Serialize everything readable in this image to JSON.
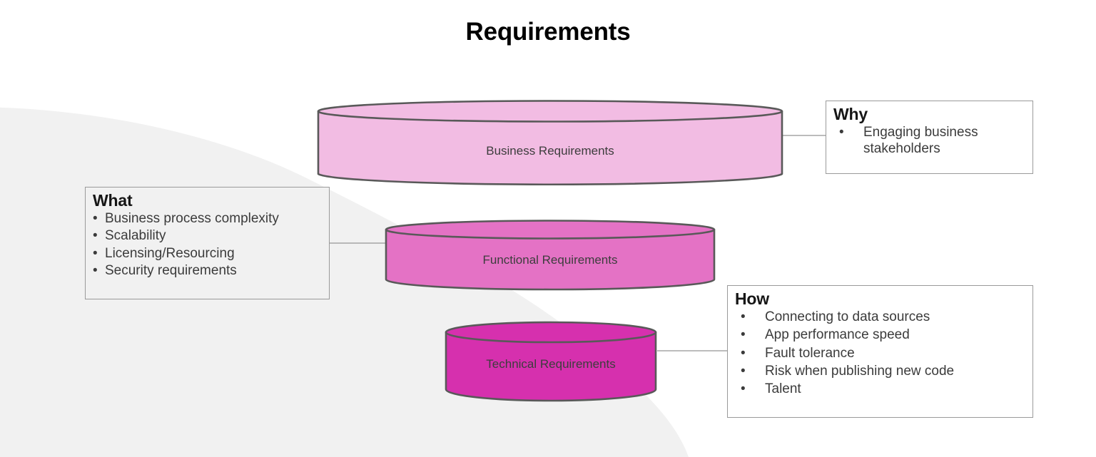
{
  "title": "Requirements",
  "colors": {
    "cylinder_top": "#f2bce3",
    "cylinder_mid": "#e472c5",
    "cylinder_bottom": "#d630ae",
    "cylinder_stroke": "#595959",
    "box_border": "#9a9a9a",
    "connector": "#a6a6a6",
    "blob": "#f1f1f1",
    "label_text": "#3d3d3d",
    "title_text": "#000000"
  },
  "cylinders": [
    {
      "id": "business",
      "label": "Business Requirements"
    },
    {
      "id": "functional",
      "label": "Functional Requirements"
    },
    {
      "id": "technical",
      "label": "Technical Requirements"
    }
  ],
  "callouts": {
    "what": {
      "heading": "What",
      "bullet": "•",
      "items": [
        "Business process complexity",
        "Scalability",
        "Licensing/Resourcing",
        "Security requirements"
      ]
    },
    "why": {
      "heading": "Why",
      "bullet": "•",
      "items": [
        "Engaging business stakeholders"
      ]
    },
    "how": {
      "heading": "How",
      "bullet": "•",
      "items": [
        "Connecting to data sources",
        "App performance speed",
        "Fault tolerance",
        "Risk when publishing new code",
        "Talent"
      ]
    }
  }
}
